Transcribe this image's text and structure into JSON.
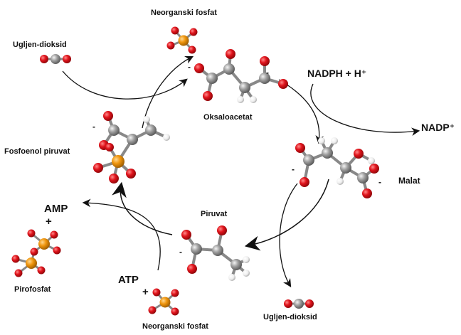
{
  "labels": {
    "co2_top": "Ugljen-dioksid",
    "pi_top": "Neorganski fosfat",
    "oxaloacetate": "Oksaloacetat",
    "nadph": "NADPH + H⁺",
    "nadp": "NADP⁺",
    "malate": "Malat",
    "pep": "Fosfoenol piruvat",
    "pyruvate": "Piruvat",
    "amp": "AMP",
    "amp_plus": "+",
    "pyrophosphate": "Pirofosfat",
    "atp": "ATP",
    "atp_plus": "+",
    "pi_bottom": "Neorganski fosfat",
    "co2_bottom": "Ugljen-dioksid"
  },
  "charge_sign": "-",
  "colors": {
    "oxygen": "#e0141c",
    "carbon": "#9a9a9a",
    "hydrogen": "#f2f2f2",
    "phosphorus": "#f0960e",
    "bond": "#8c8c8c",
    "arrow": "#111111"
  }
}
